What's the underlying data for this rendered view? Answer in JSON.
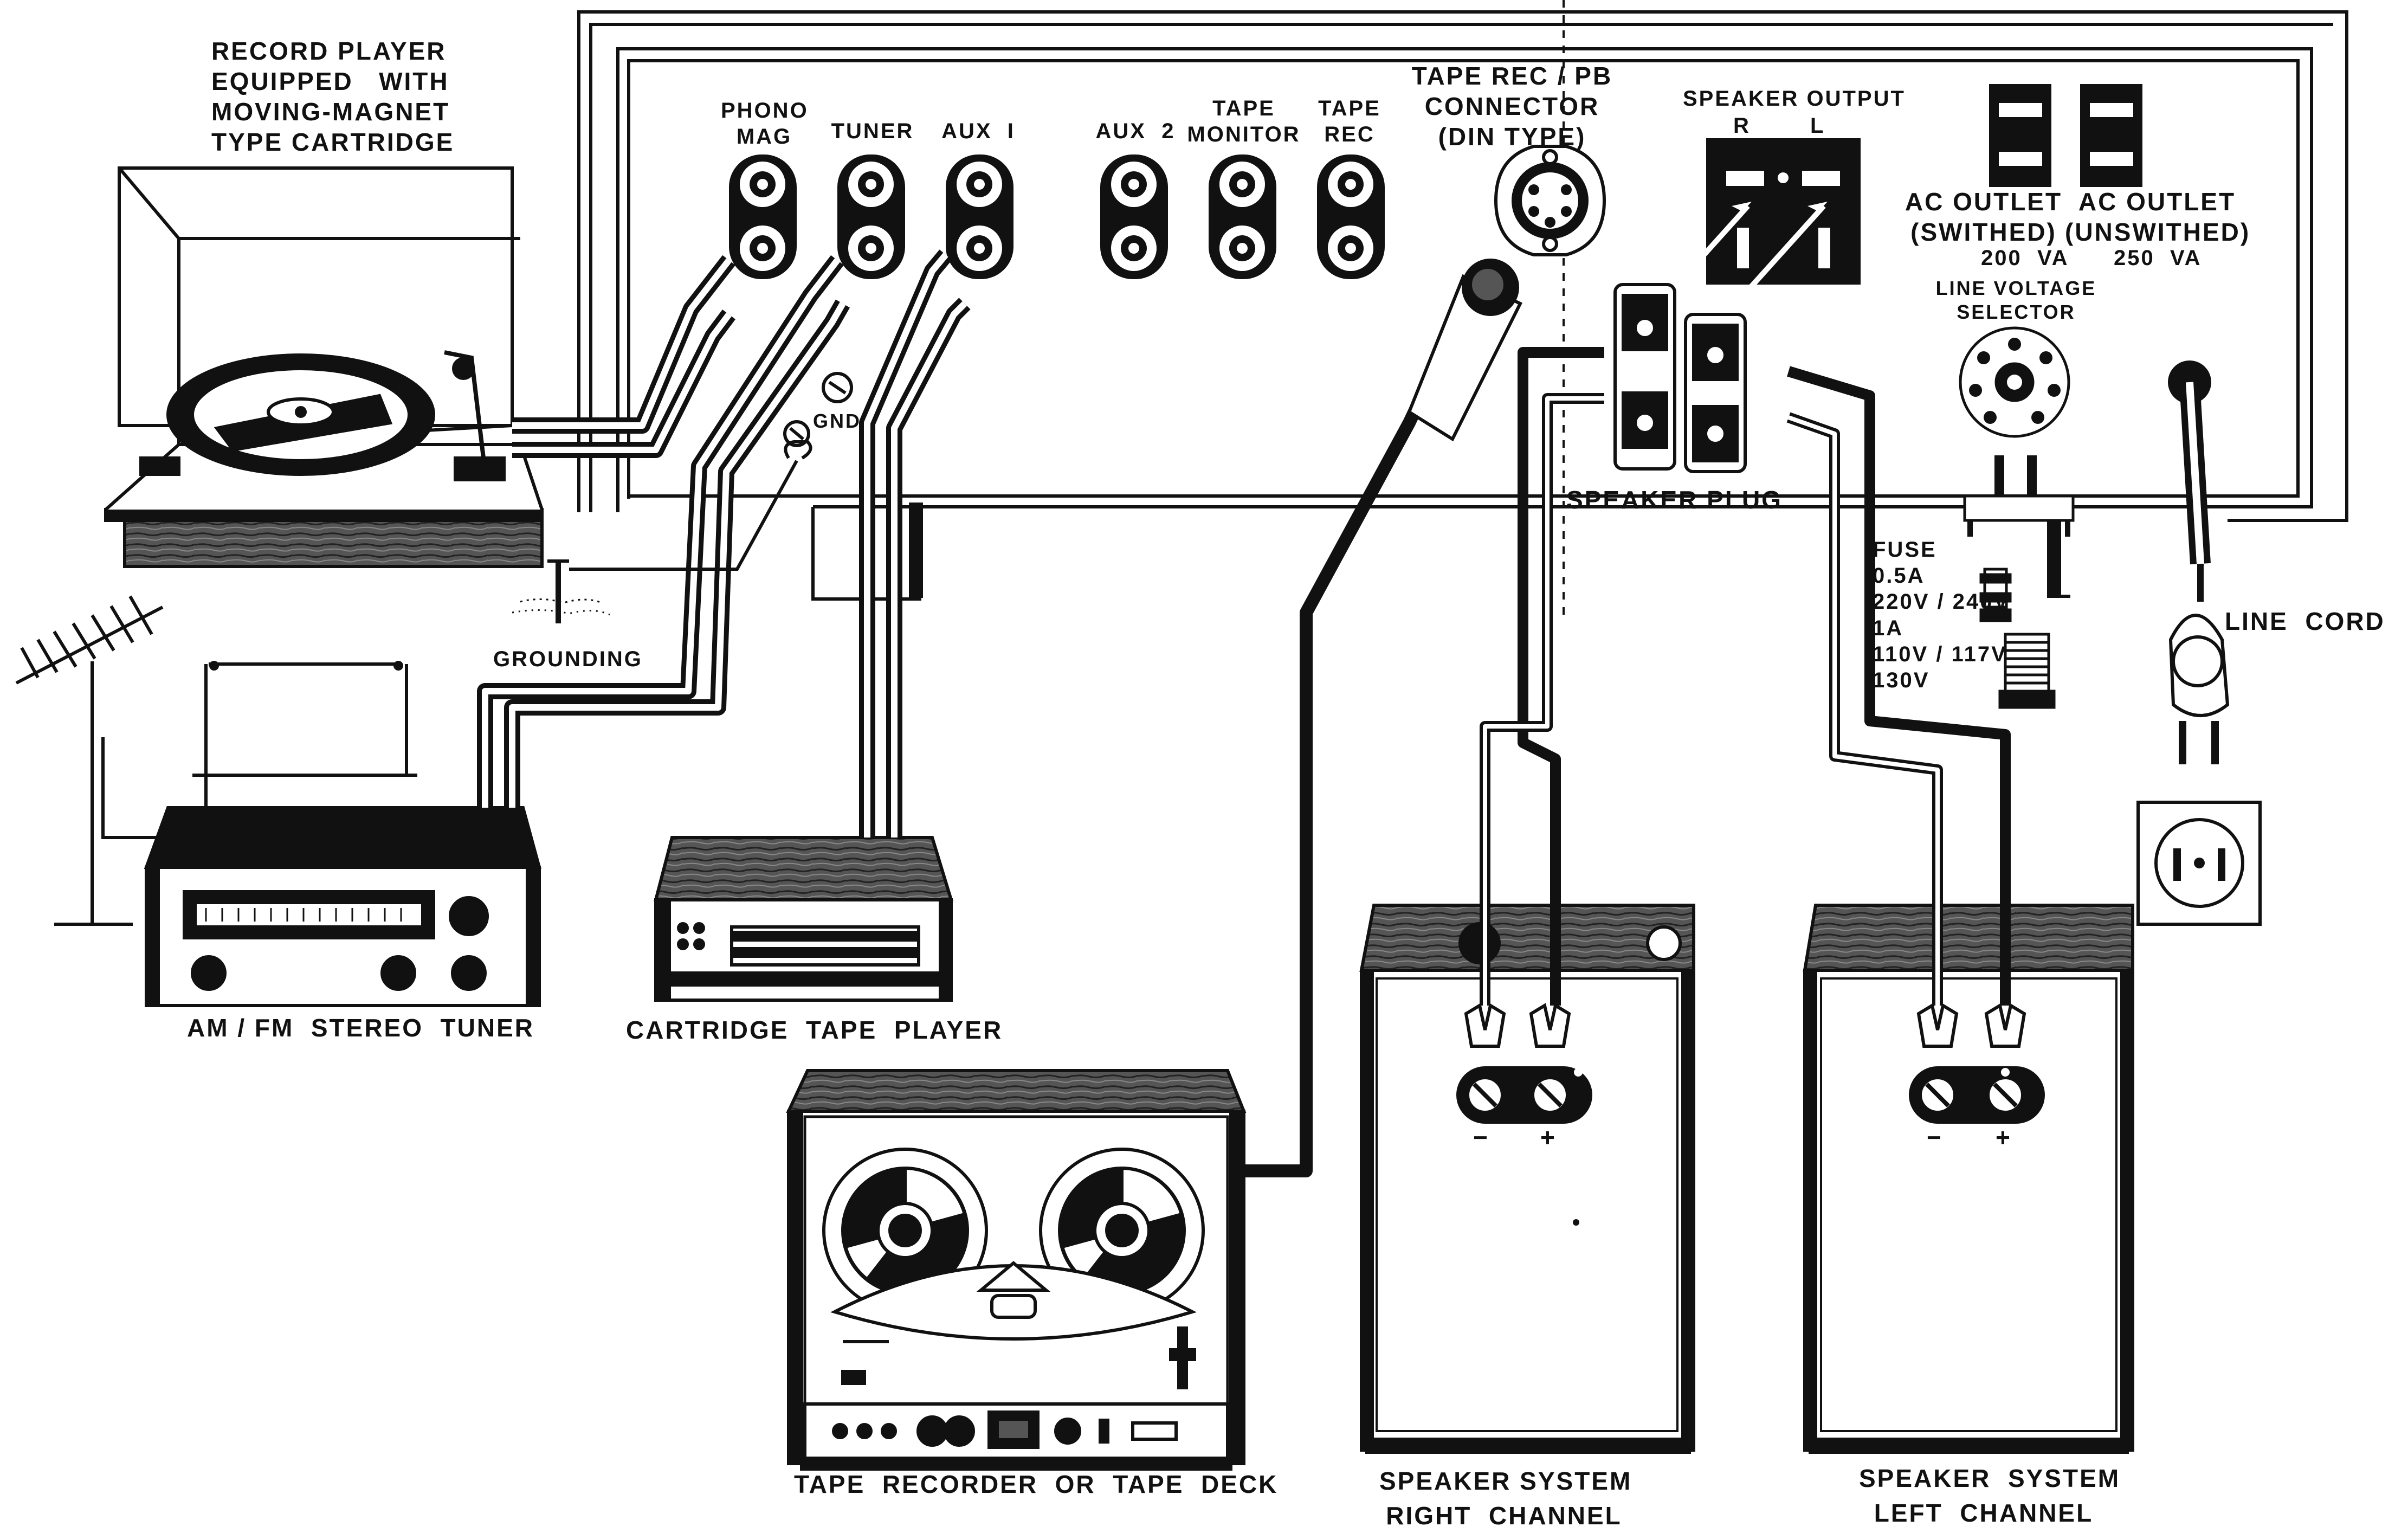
{
  "labels": {
    "record_player": "RECORD PLAYER\nEQUIPPED   WITH\nMOVING-MAGNET\nTYPE CARTRIDGE",
    "phono_mag": "PHONO\nMAG",
    "tuner": "TUNER",
    "aux1": "AUX  I",
    "aux2": "AUX  2",
    "tape_monitor": "TAPE\nMONITOR",
    "tape_rec": "TAPE\nREC",
    "din_connector": "TAPE REC / PB\nCONNECTOR\n(DIN TYPE)",
    "speaker_output": "SPEAKER OUTPUT",
    "speaker_output_r": "R",
    "speaker_output_l": "L",
    "ac_outlet_switched": "AC OUTLET\n(SWITHED)",
    "ac_outlet_switched_va": "200  VA",
    "ac_outlet_unswitched": "AC OUTLET\n(UNSWITHED)",
    "ac_outlet_unswitched_va": "250  VA",
    "line_voltage_selector": "LINE VOLTAGE\nSELECTOR",
    "gnd": "GND",
    "grounding": "GROUNDING",
    "speaker_plug": "SPEAKER PLUG",
    "fuse": "FUSE\n0.5A\n220V / 240V",
    "fuse_1a": "1A\n110V / 117V\n130V",
    "line_cord": "LINE  CORD",
    "am_fm_tuner": "AM / FM  STEREO  TUNER",
    "cartridge_tape_player": "CARTRIDGE  TAPE  PLAYER",
    "tape_recorder": "TAPE  RECORDER  OR  TAPE  DECK",
    "speaker_right": "SPEAKER SYSTEM\nRIGHT  CHANNEL",
    "speaker_left": "SPEAKER  SYSTEM\nLEFT  CHANNEL",
    "minus_r": "−",
    "plus_r": "+",
    "minus_l": "−",
    "plus_l": "+"
  },
  "colors": {
    "ink": "#111111",
    "paper": "#ffffff",
    "wood": "#4a4a4a"
  }
}
